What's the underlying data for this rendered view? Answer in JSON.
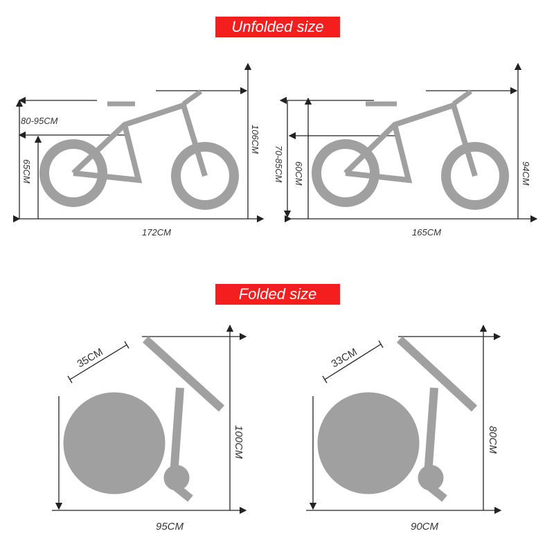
{
  "unfolded": {
    "title": "Unfolded size",
    "bike_a": {
      "seat_height": "80-95CM",
      "wheel_height": "65CM",
      "total_height": "106CM",
      "length": "172CM"
    },
    "bike_b": {
      "seat_height": "70-85CM",
      "wheel_height": "60CM",
      "total_height": "94CM",
      "length": "165CM"
    }
  },
  "folded": {
    "title": "Folded size",
    "bike_a": {
      "bar_width": "35CM",
      "height": "100CM",
      "length": "95CM"
    },
    "bike_b": {
      "bar_width": "33CM",
      "height": "80CM",
      "length": "90CM"
    }
  },
  "colors": {
    "banner": "#f51e1e",
    "bike": "#a0a0a0",
    "line": "#222222"
  }
}
